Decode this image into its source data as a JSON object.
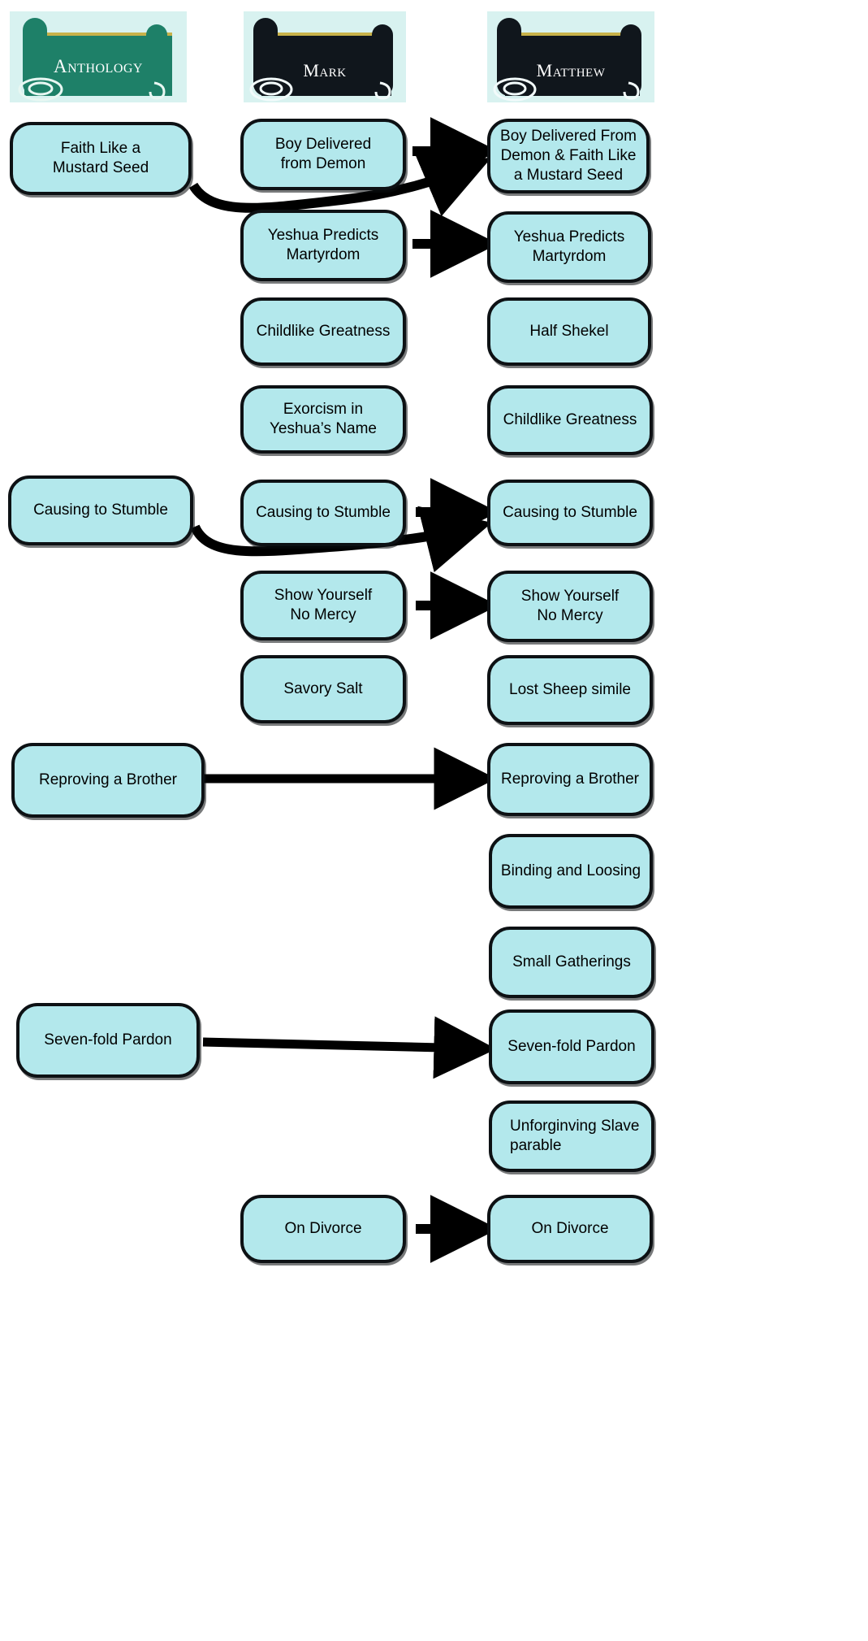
{
  "diagram": {
    "title": "Anthology / Mark / Matthew pericope parallels",
    "background_color": "#ffffff",
    "node_fill": "#b3e8ec",
    "node_border": "#0d1114",
    "anthology_scroll_color": "#1e8068",
    "gospel_scroll_color": "#10161c",
    "scroll_backdrop": "#d8f2f0",
    "arrow_color": "#000000"
  },
  "columns": [
    {
      "key": "anthology",
      "label": "Anthology",
      "icon": "scroll-icon"
    },
    {
      "key": "mark",
      "label": "Mark",
      "icon": "scroll-icon"
    },
    {
      "key": "matthew",
      "label": "Matthew",
      "icon": "scroll-icon"
    }
  ],
  "nodes": {
    "anthology": [
      {
        "id": "a1",
        "text": "Faith Like a\nMustard Seed"
      },
      {
        "id": "a2",
        "text": "Causing to Stumble"
      },
      {
        "id": "a3",
        "text": "Reproving a Brother"
      },
      {
        "id": "a4",
        "text": "Seven-fold Pardon"
      }
    ],
    "mark": [
      {
        "id": "m1",
        "text": "Boy Delivered\nfrom Demon"
      },
      {
        "id": "m2",
        "text": "Yeshua Predicts\nMartyrdom"
      },
      {
        "id": "m3",
        "text": "Childlike Greatness"
      },
      {
        "id": "m4",
        "text": "Exorcism in\nYeshua’s Name"
      },
      {
        "id": "m5",
        "text": "Causing to Stumble"
      },
      {
        "id": "m6",
        "text": "Show Yourself\nNo Mercy"
      },
      {
        "id": "m7",
        "text": "Savory Salt"
      },
      {
        "id": "m8",
        "text": "On Divorce"
      }
    ],
    "matthew": [
      {
        "id": "t1",
        "text": "Boy Delivered From\nDemon & Faith Like\na Mustard Seed"
      },
      {
        "id": "t2",
        "text": "Yeshua Predicts\nMartyrdom"
      },
      {
        "id": "t3",
        "text": "Half Shekel"
      },
      {
        "id": "t4",
        "text": "Childlike Greatness"
      },
      {
        "id": "t5",
        "text": "Causing to Stumble"
      },
      {
        "id": "t6",
        "text": "Show Yourself\nNo Mercy"
      },
      {
        "id": "t7",
        "text": "Lost Sheep simile"
      },
      {
        "id": "t8",
        "text": "Reproving a Brother"
      },
      {
        "id": "t9",
        "text": "Binding and Loosing"
      },
      {
        "id": "t10",
        "text": "Small Gatherings"
      },
      {
        "id": "t11",
        "text": "Seven-fold Pardon"
      },
      {
        "id": "t12",
        "text": "Unforginving Slave\nparable"
      },
      {
        "id": "t13",
        "text": "On Divorce"
      }
    ]
  },
  "arrows": [
    {
      "id": "ar1",
      "from": "m1",
      "to": "t1",
      "style": "straight"
    },
    {
      "id": "ar2",
      "from": "a1",
      "to": "t1",
      "style": "curved"
    },
    {
      "id": "ar3",
      "from": "m2",
      "to": "t2",
      "style": "straight"
    },
    {
      "id": "ar4",
      "from": "m5",
      "to": "t5",
      "style": "straight"
    },
    {
      "id": "ar5",
      "from": "a2",
      "to": "t5",
      "style": "curved"
    },
    {
      "id": "ar6",
      "from": "m6",
      "to": "t6",
      "style": "straight"
    },
    {
      "id": "ar7",
      "from": "a3",
      "to": "t8",
      "style": "straight-long"
    },
    {
      "id": "ar8",
      "from": "a4",
      "to": "t11",
      "style": "straight-long"
    },
    {
      "id": "ar9",
      "from": "m8",
      "to": "t13",
      "style": "straight"
    }
  ]
}
